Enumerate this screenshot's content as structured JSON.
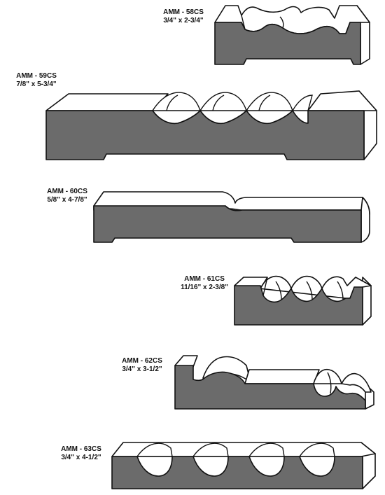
{
  "moldings": [
    {
      "model": "AMM - 58CS",
      "size": "3/4\" x 2-3/4\""
    },
    {
      "model": "AMM - 59CS",
      "size": "7/8\" x 5-3/4\""
    },
    {
      "model": "AMM - 60CS",
      "size": "5/8\" x 4-7/8\""
    },
    {
      "model": "AMM - 61CS",
      "size": "11/16\" x 2-3/8\""
    },
    {
      "model": "AMM - 62CS",
      "size": "3/4\" x 3-1/2\""
    },
    {
      "model": "AMM - 63CS",
      "size": "3/4\" x 4-1/2\""
    }
  ]
}
